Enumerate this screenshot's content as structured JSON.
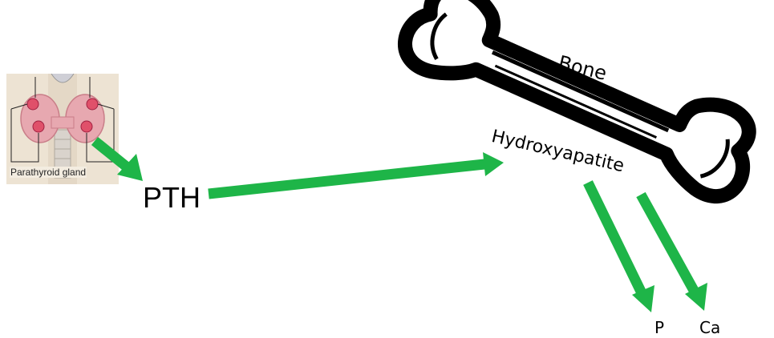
{
  "labels": {
    "gland": "Parathyroid gland",
    "hormone": "PTH",
    "bone": "Bone",
    "mineral": "Hydroxyapatite",
    "phosphate": "P",
    "calcium": "Ca"
  },
  "colors": {
    "arrow": "#1eb548",
    "bone_outline": "#000000",
    "bone_fill": "#ffffff",
    "thyroid_bg": "#ede3d3",
    "gland_pink": "#e59aa6"
  },
  "icons": {
    "gland": "parathyroid-gland-illustration",
    "bone": "bone-illustration"
  }
}
